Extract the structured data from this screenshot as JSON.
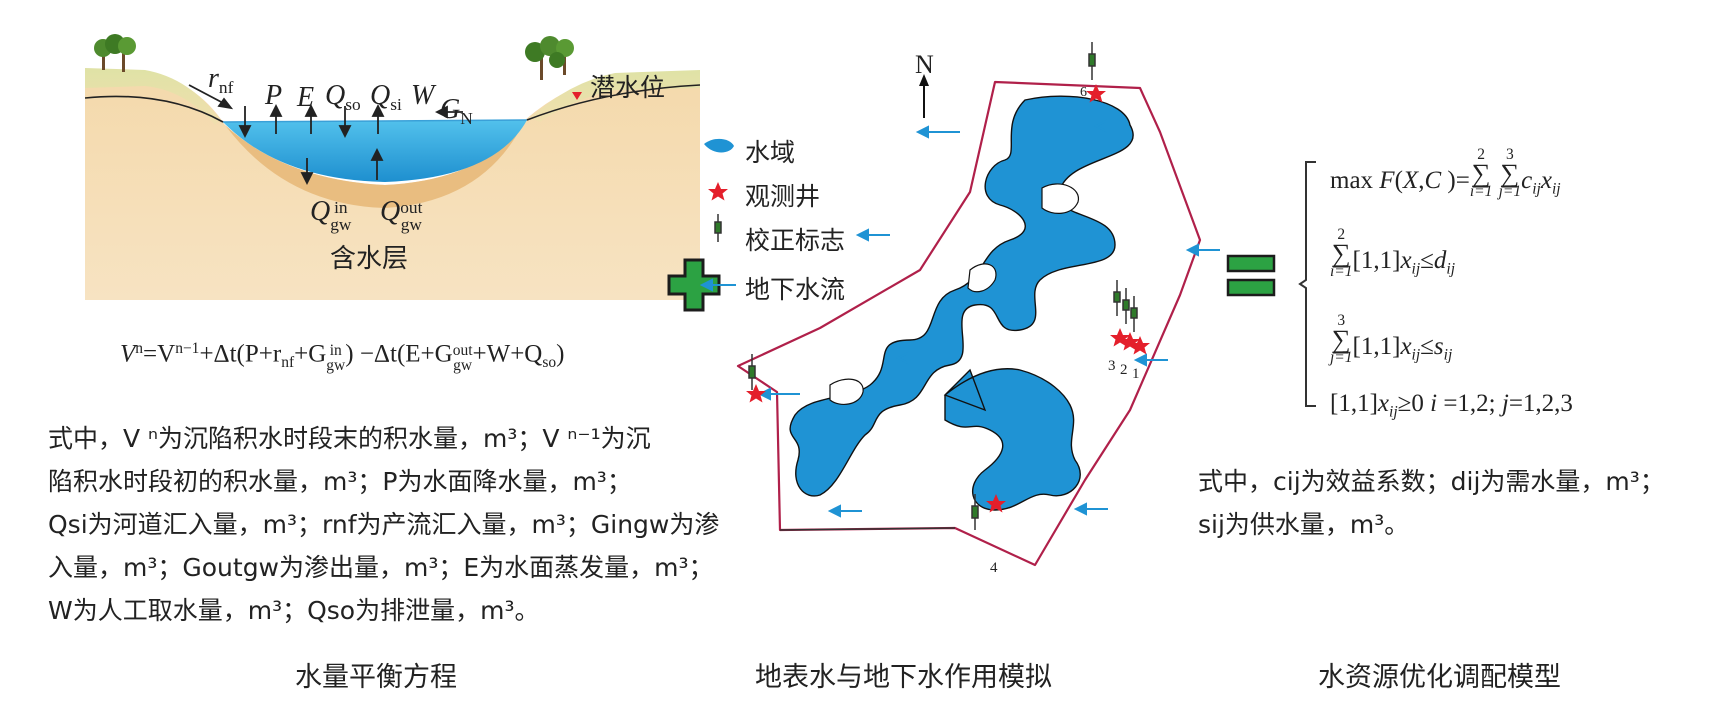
{
  "left": {
    "label_rnf": "r",
    "label_rnf_sub": "nf",
    "label_P": "P",
    "label_E": "E",
    "label_Qso": "Q",
    "label_Qso_sub": "so",
    "label_Qsi": "Q",
    "label_Qsi_sub": "si",
    "label_W": "W",
    "label_GN": "G",
    "label_GN_sub": "N",
    "label_qgw_in": "Q",
    "label_qgw_in_sup": "in",
    "label_qgw_in_sub": "gw",
    "label_qgw_out": "Q",
    "label_qgw_out_sup": "out",
    "label_qgw_out_sub": "gw",
    "label_aquifer": "含水层",
    "label_water_table": "潜水位",
    "equation": {
      "p1": "V",
      "p1_sup": "n",
      "p2": "=V",
      "p2_sup": "n−1",
      "p3": "+Δt(P+r",
      "p3_sub": "nf",
      "p4": "+G",
      "p4_sup": "in",
      "p4_sub": "gw",
      "p5": ")  −Δt(E+G",
      "p5_sup": "out",
      "p5_sub": "gw",
      "p6": "+W+Q",
      "p6_sub": "so",
      "p7": ")"
    },
    "description": [
      "式中，V ⁿ为沉陷积水时段末的积水量，m³；V ⁿ⁻¹为沉",
      "陷积水时段初的积水量，m³；P为水面降水量，m³；",
      "Qsi为河道汇入量，m³；rnf为产流汇入量，m³；Gingw为渗",
      "入量，m³；Goutgw为渗出量，m³；E为水面蒸发量，m³；",
      "W为人工取水量，m³；Qso为排泄量，m³。"
    ],
    "caption": "水量平衡方程"
  },
  "middle": {
    "north_label": "N",
    "legend": [
      {
        "icon": "water-area-icon",
        "label": "水域"
      },
      {
        "icon": "observation-well-icon",
        "label": "观测井"
      },
      {
        "icon": "calibration-marker-icon",
        "label": "校正标志"
      },
      {
        "icon": "groundwater-flow-arrow-icon",
        "label": "地下水流"
      }
    ],
    "well_labels": [
      "6",
      "3",
      "2",
      "1",
      "4"
    ],
    "caption": "地表水与地下水作用模拟"
  },
  "right": {
    "obj": {
      "t1": "max ",
      "F": "F",
      "t2": "(",
      "X": "X",
      "t3": ",",
      "C": "C",
      "t4": " )=",
      "sum1_top": "2",
      "sum1_bot": "i=1",
      "sum2_top": "3",
      "sum2_bot": "j=1",
      "c": "c",
      "c_sub": "ij",
      "x": "x",
      "x_sub": "ij"
    },
    "con1": {
      "sum_top": "2",
      "sum_bot": "i=1",
      "t1": "[1,1]",
      "x": "x",
      "x_sub": "ij",
      "op": "≤",
      "d": "d",
      "d_sub": "ij"
    },
    "con2": {
      "sum_top": "3",
      "sum_bot": "j=1",
      "t1": "[1,1]",
      "x": "x",
      "x_sub": "ij",
      "op": "≤",
      "s": "s",
      "s_sub": "ij"
    },
    "con3": {
      "t1": "[1,1]",
      "x": "x",
      "x_sub": "ij",
      "op": "≥0   ",
      "i": "i",
      "t2": " =1,2;  ",
      "j": "j",
      "t3": "=1,2,3"
    },
    "description": [
      "式中，cij为效益系数；dij为需水量，m³；",
      "sij为供水量，m³。"
    ],
    "caption": "水资源优化调配模型"
  },
  "colors": {
    "water": "#1f93d4",
    "plus": "#2ca243",
    "equals": "#2ca243",
    "boundary": "#b0204a",
    "soil": "#f2d3a0",
    "star": "#e41f2b"
  }
}
